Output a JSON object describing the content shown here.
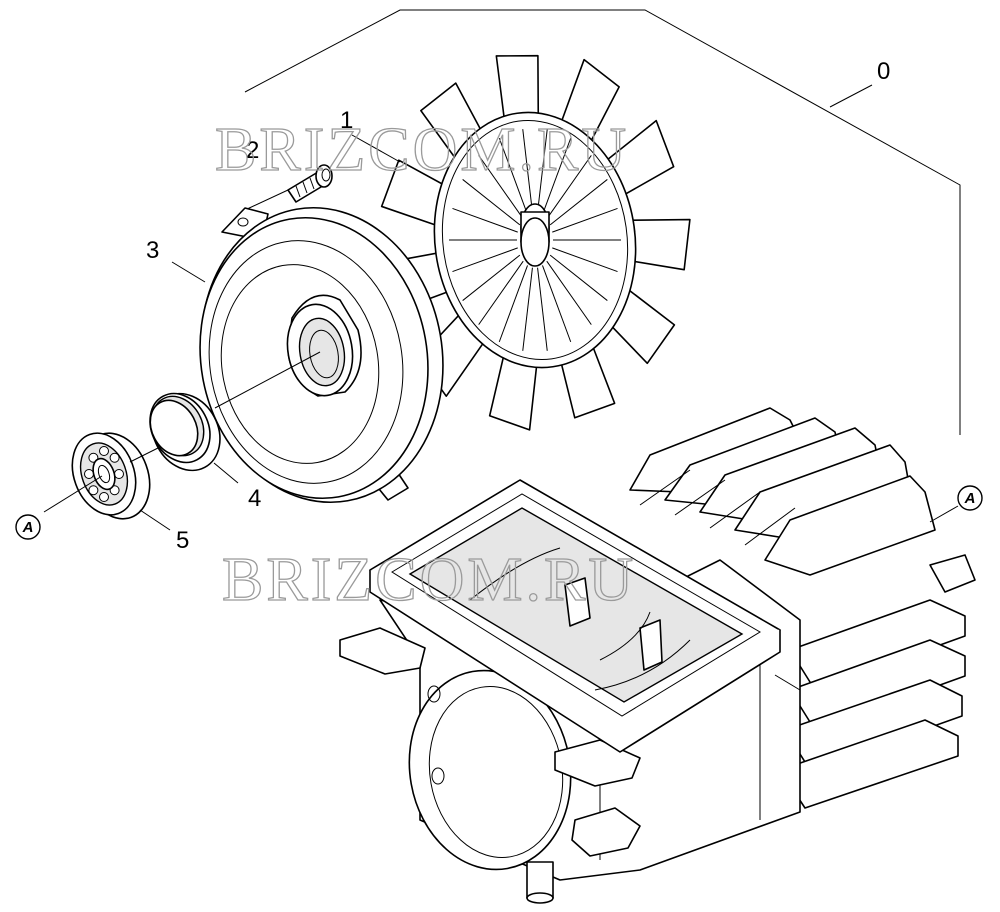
{
  "watermark": "BRIZCOM.RU",
  "callouts": {
    "assembly": "0",
    "fan": "1",
    "screw": "2",
    "end_shield": "3",
    "ring": "4",
    "bearing": "5"
  },
  "reference_markers": {
    "left": "A",
    "right": "A"
  }
}
